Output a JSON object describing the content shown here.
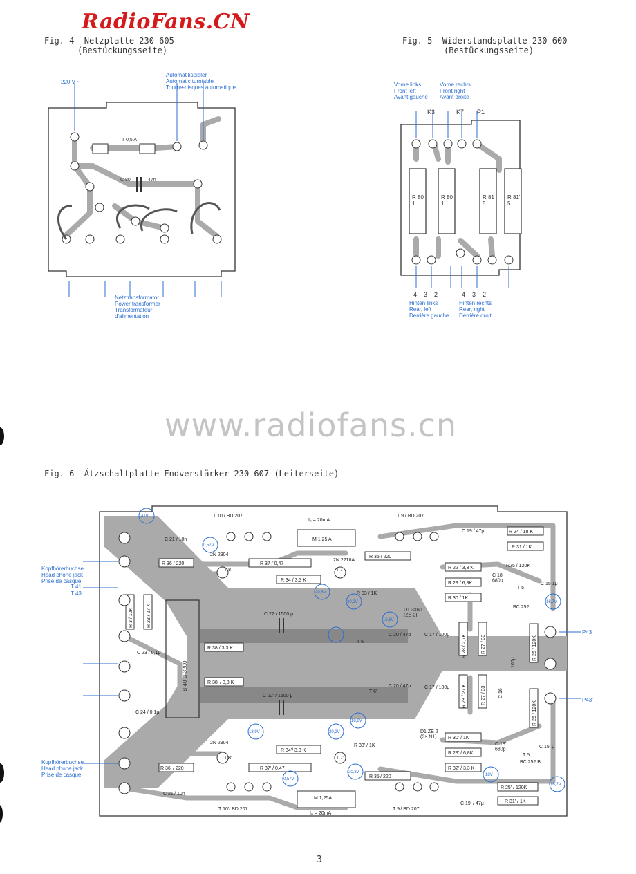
{
  "header": {
    "logo": "RadioFans.CN"
  },
  "fig4": {
    "caption_line1": "Fig. 4  Netzplatte 230 605",
    "caption_line2": "(Bestückungsseite)",
    "label_voltage": "220 V ~",
    "label_auto": "Automatikspieler\nAutomatic turntable\nTourne-disques automatique",
    "fuse": "T 0,5 A",
    "cap_c80": "C 80",
    "cap_value": "47n",
    "label_trafo": "Netztransformator\nPower transformer\nTransformateur\nd'alimentation"
  },
  "fig5": {
    "caption_line1": "Fig. 5  Widerstandsplatte 230 600",
    "caption_line2": "(Bestückungsseite)",
    "front_left": "Vorne links\nFront left\nAvant gauche",
    "front_right": "Vorne rechts\nFront right\nAvant droite",
    "k3": "K3",
    "k7": "K7",
    "p1": "P1",
    "r80": "R 80\n1",
    "r80b": "R 80'\n1",
    "r81": "R 81\n5",
    "r81b": "R 81'\n5",
    "rear_left": "Hinten links\nRear, left\nDerrière gauche",
    "rear_right": "Hinten rechts\nRear, right\nDerrière droit",
    "pin_numbers_left": "4    3    2",
    "pin_numbers_right": "4    3    2"
  },
  "watermark": "www.radiofans.cn",
  "fig6": {
    "caption": "Fig. 6  Ätzschaltplatte Endverstärker 230 607 (Leiterseite)",
    "headphone_top": "Kopfhörerbuchse\nHead phone jack\nPrise de casque",
    "headphone_bottom": "Kopfhörerbuchse\nHead phone jack\nPrise de casque",
    "t41": "T 41",
    "t43": "T 43",
    "p43": "P43",
    "p43b": "P43'",
    "labels": {
      "t10": "T 10 / BD 207",
      "t9": "T 9 / BD 207",
      "t10b": "T 10'/ BD 207",
      "t9b": "T 9'/ BD 207",
      "m125": "M 1,25 A",
      "m125b": "M 1,25A",
      "ima": "I₀ = 20mA",
      "imab": "I₀ = 20mA",
      "c21": "C 21 / 10n",
      "c21b": "C 21'/ 10n",
      "r36": "R 36 / 220",
      "r36b": "R 36' / 220",
      "r37": "R 37    / 0,47",
      "r37b": "R 37'   / 0,47",
      "r34": "R 34 / 3,3 K",
      "r34b": "R 34'/ 3,3 K",
      "r35": "R 35 / 220",
      "r35b": "R 35'/ 220",
      "n2904": "2N 2904",
      "n2904b": "2N 2904",
      "n2218": "2N 2218A",
      "c22": "C 22 / 1500 μ",
      "c22b": "C 22' / 1500 μ",
      "r38": "R 38 / 3,3 K",
      "r38b": "R 38' / 3,3 K",
      "r3": "R 3 / 10K",
      "r23": "R 23 / 27 K",
      "c23": "C 23 / 0,1μ",
      "c24": "C 24 / 0,1μ",
      "b40": "B 40  C 3200",
      "c19": "C 19 / 47μ",
      "c19b": "C 19' / 47μ",
      "r24": "R 24 / 18 K",
      "r31": "R 31 / 1K",
      "r31b": "R 31' / 1K",
      "r25": "R25 / 120K",
      "r25b": "R 25' / 120K",
      "r22": "R 22 / 3,3 K",
      "r32b": "R 32' / 3,3 K",
      "r29": "R 29 / 6,8K",
      "r29b": "R 29' / 6,8K",
      "r30": "R 30 / 1K",
      "r30b": "R 30' / 1K",
      "r33": "R 33 / 1K",
      "r33b": "R 33' / 1K",
      "d1": "D1  3×N1\n(ZE 2)",
      "d1b": "D1  ZE 2\n(3× N1)",
      "c18": "C 18\n680p",
      "c18b": "C 18'\n680p",
      "t5": "T 5",
      "bc252": "BC 252",
      "t5b": "T 5'",
      "bc252b": "BC 252 B",
      "c15": "C 15  1μ",
      "c15b": "C 15'  μ",
      "c20": "C 20 / 47p",
      "c20b": "C 20 / 47p",
      "c17": "C 17 / 100μ",
      "c17b": "C 17 / 100μ",
      "r28": "R 28 / 2,7K",
      "r28b": "R 28 / 27 K",
      "r27": "R 27 / 33",
      "r27b": "R 27 / 33",
      "c16": "C 16",
      "c16v": "100μ",
      "r26": "R 26 / 120K",
      "r26b": "R 26 / 120K",
      "t8": "T 8",
      "t7": "T 7",
      "t6": "T 6",
      "t6b": "T 6'",
      "t8b": "T 8'",
      "t7b": "T 7'",
      "v41": "41V",
      "v057": "0,57V",
      "v208": "20,8V",
      "v202": "20,2V",
      "v186": "18,6V",
      "v167": "16,7V",
      "v189": "18,9V",
      "v057b": "0,57V",
      "v208b": "20,8V",
      "v18": "18V",
      "v167b": "16,7V",
      "v186b": "18,6V",
      "v202b": "20,2V"
    }
  },
  "page_number": "3"
}
